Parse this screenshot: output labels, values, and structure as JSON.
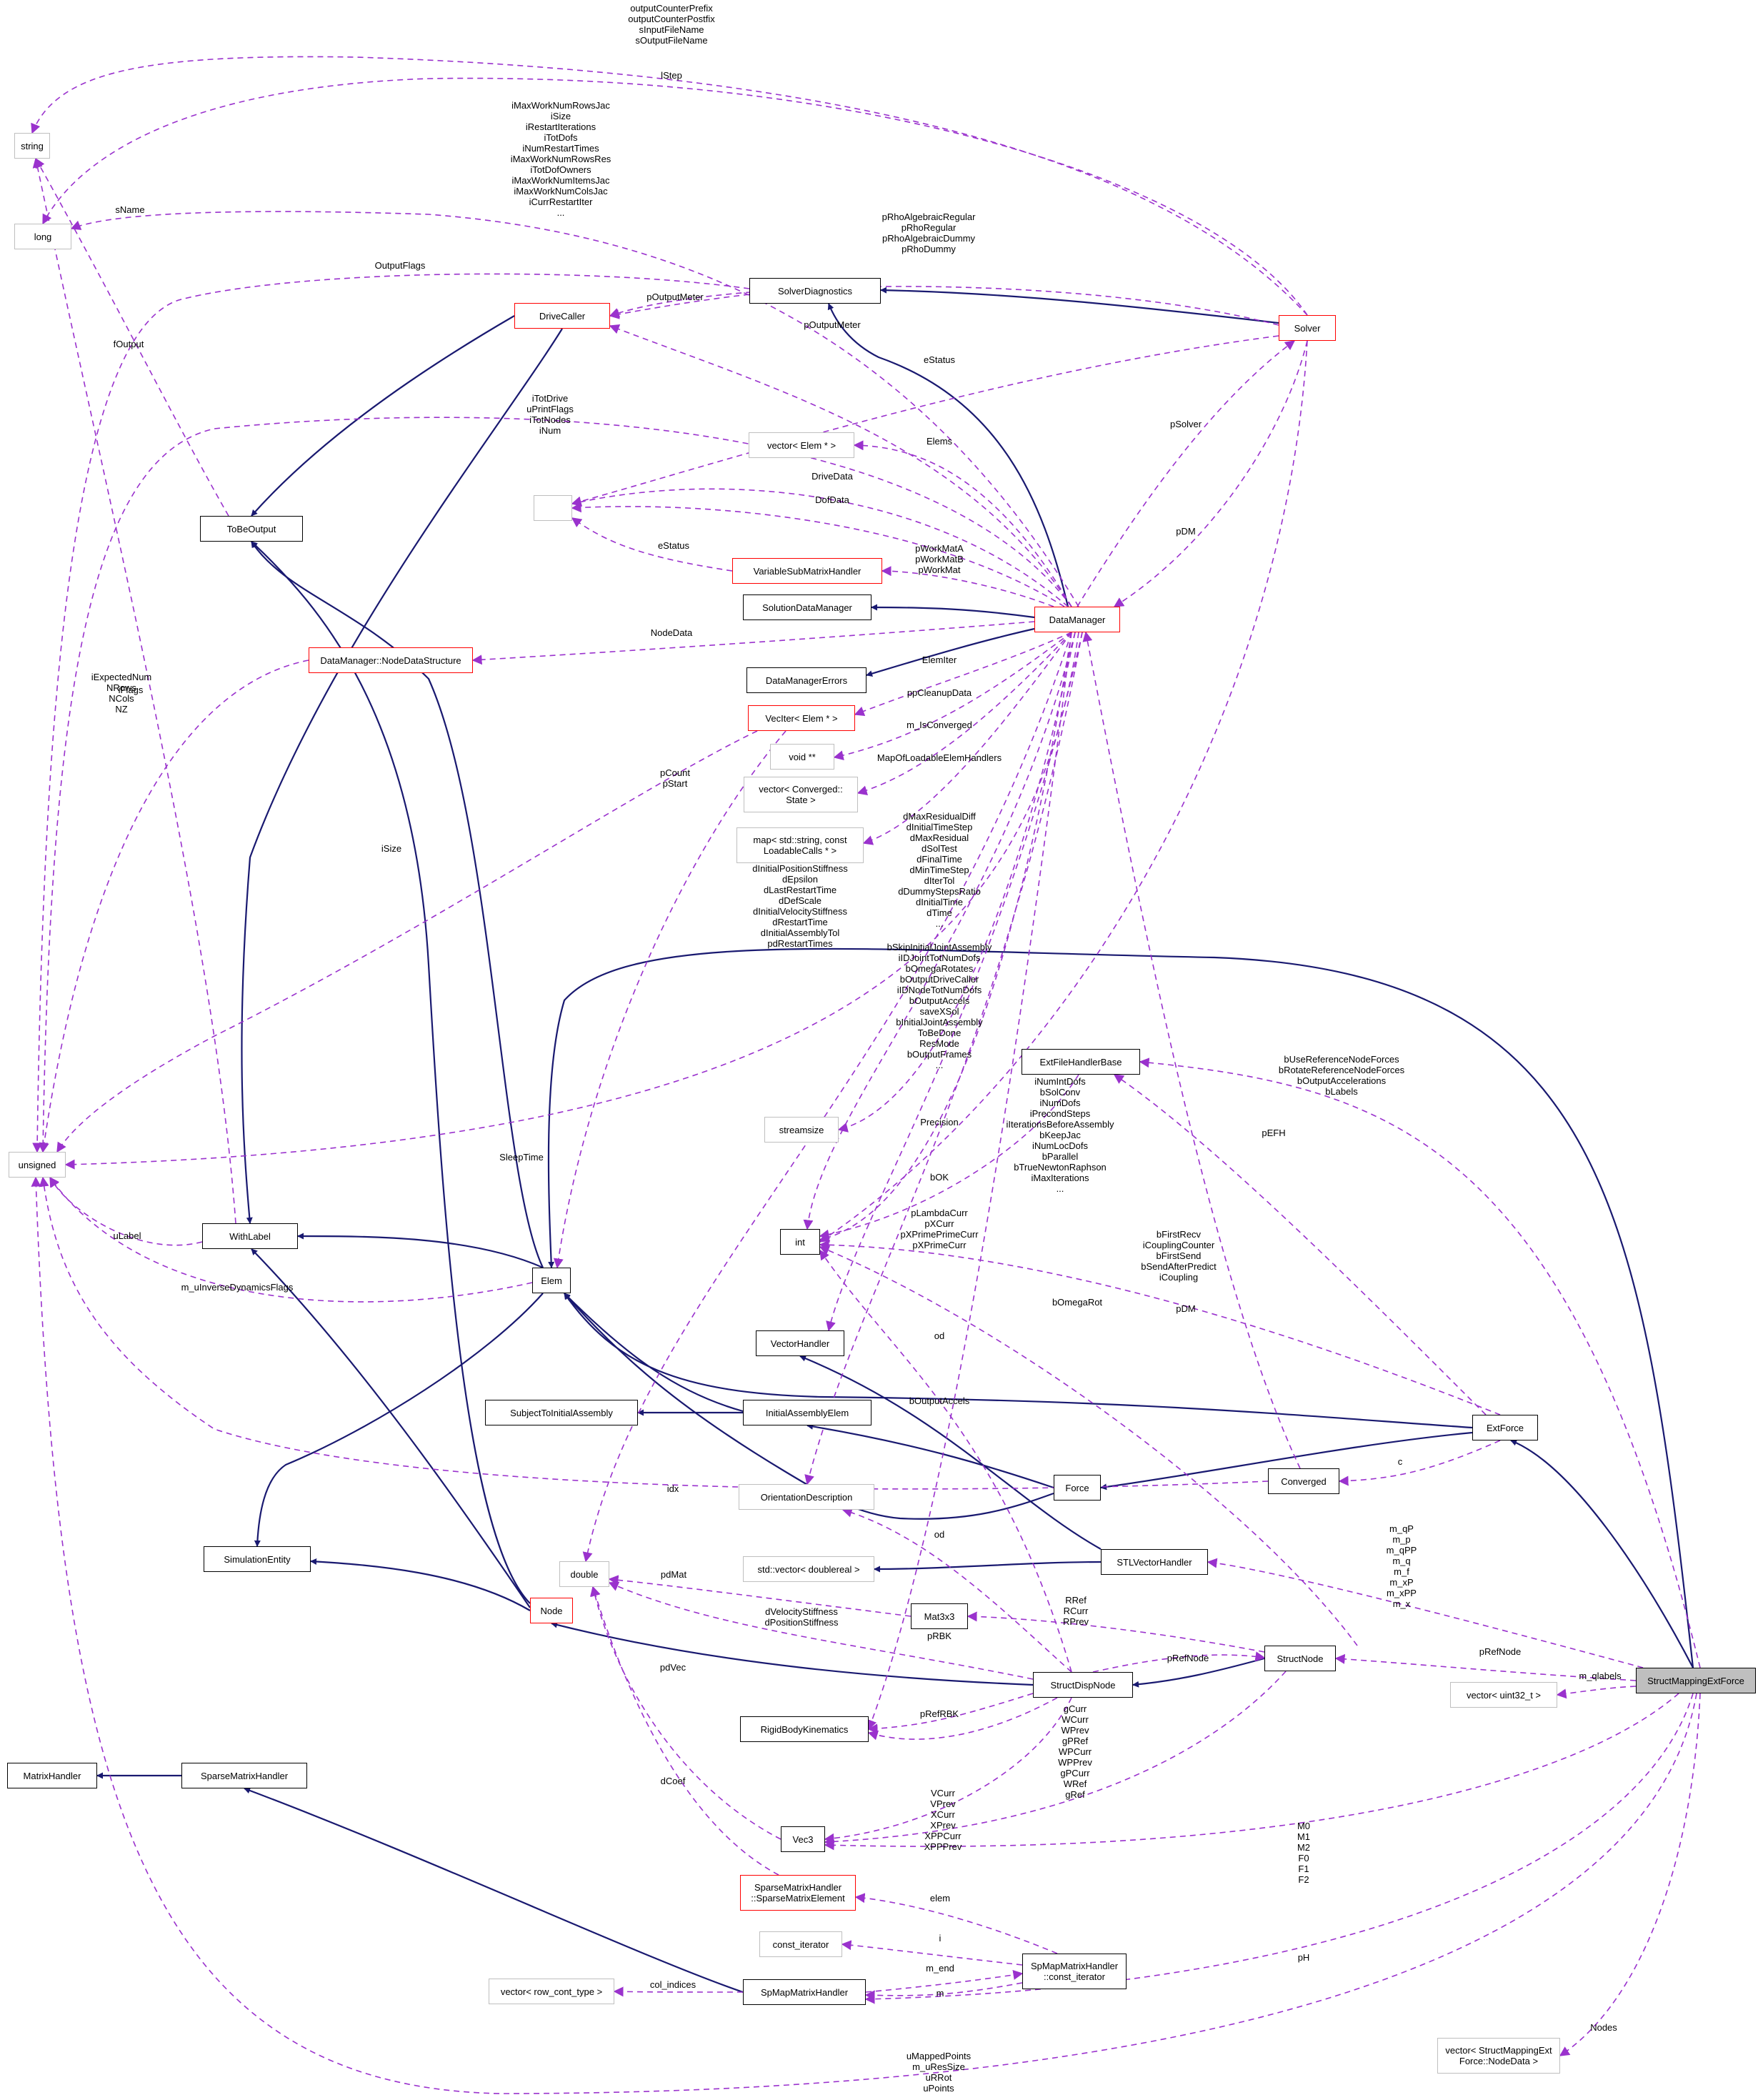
{
  "diagram": {
    "focus": "StructMappingExtForce",
    "nodes": {
      "string": "string",
      "long": "long",
      "unsigned": "unsigned",
      "int": "int",
      "double": "double",
      "empty": "",
      "ToBeOutput": "ToBeOutput",
      "WithLabel": "WithLabel",
      "DriveCaller": "DriveCaller",
      "SolverDiagnostics": "SolverDiagnostics",
      "Solver": "Solver",
      "vectorElem": "vector< Elem * >",
      "VariableSubMatrixHandler": "VariableSubMatrixHandler",
      "SolutionDataManager": "SolutionDataManager",
      "DataManager": "DataManager",
      "NodeDataStructure": "DataManager::NodeDataStructure",
      "DataManagerErrors": "DataManagerErrors",
      "VecIter": "VecIter< Elem * >",
      "voidptr": "void **",
      "vectorConverged": "vector< Converged::\nState >",
      "mapLoadable": "map< std::string, const\nLoadableCalls * >",
      "streamsize": "streamsize",
      "ExtFileHandlerBase": "ExtFileHandlerBase",
      "Elem": "Elem",
      "VectorHandler": "VectorHandler",
      "SubjectToInitialAssembly": "SubjectToInitialAssembly",
      "InitialAssemblyElem": "InitialAssemblyElem",
      "ExtForce": "ExtForce",
      "OrientationDescription": "OrientationDescription",
      "Force": "Force",
      "Converged": "Converged",
      "SimulationEntity": "SimulationEntity",
      "stdvector": "std::vector< doublereal >",
      "STLVectorHandler": "STLVectorHandler",
      "Node": "Node",
      "Mat3x3": "Mat3x3",
      "StructNode": "StructNode",
      "StructDispNode": "StructDispNode",
      "StructMappingExtForce": "StructMappingExtForce",
      "vectoruint32": "vector< uint32_t >",
      "RigidBodyKinematics": "RigidBodyKinematics",
      "MatrixHandler": "MatrixHandler",
      "SparseMatrixHandler": "SparseMatrixHandler",
      "Vec3": "Vec3",
      "SparseMatrixElement": "SparseMatrixHandler\n::SparseMatrixElement",
      "const_iterator": "const_iterator",
      "SpMapConstIter": "SpMapMatrixHandler\n::const_iterator",
      "vectorRowCont": "vector< row_cont_type >",
      "SpMapMatrixHandler": "SpMapMatrixHandler",
      "vectorNodeData": "vector< StructMappingExt\nForce::NodeData >"
    },
    "edge_labels": {
      "solver_string": "outputCounterPrefix\noutputCounterPostfix\nsInputFileName\nsOutputFileName",
      "solver_long": "lStep",
      "dm_long": "iMaxWorkNumRowsJac\niSize\niRestartIterations\niTotDofs\niNumRestartTimes\niMaxWorkNumRowsRes\niTotDofOwners\niMaxWorkNumItemsJac\niMaxWorkNumColsJac\niCurrRestartIter\n...",
      "solver_dc": "pRhoAlgebraicRegular\npRhoRegular\npRhoAlgebraicDummy\npRhoDummy",
      "outputflags": "OutputFlags",
      "poutputmeter": "pOutputMeter",
      "poutputmeter2": "pOutputMeter",
      "estatus": "eStatus",
      "dm_unsigned": "iTotDrive\nuPrintFlags\niTotNodes\niNum",
      "psolver": "pSolver",
      "elems": "Elems",
      "drivedata": "DriveData",
      "dofdata": "DofData",
      "estatus2": "eStatus",
      "pworkmat": "pWorkMatA\npWorkMatB\npWorkMat",
      "pdm": "pDM",
      "nodedata": "NodeData",
      "elemiter": "ElemIter",
      "ppcleanup": "ppCleanupData",
      "isconverged": "m_IsConverged",
      "mapofloadable": "MapOfLoadableElemHandlers",
      "pcountpstart": "pCount\npStart",
      "isize": "iSize",
      "expectednum": "iExpectedNum\nNRows\nNCols\nNZ",
      "iflags": "iFlags",
      "sname": "sName",
      "foutput": "fOutput",
      "ulabel": "uLabel",
      "minvdyn": "m_uInverseDynamicsFlags",
      "dm_double": "dMaxResidualDiff\ndInitialTimeStep\ndMaxResidual\ndSolTest\ndFinalTime\ndMinTimeStep\ndIterTol\ndDummyStepsRatio\ndInitialTime\ndTime\n...",
      "dm_double2": "dInitialPositionStiffness\ndEpsilon\ndLastRestartTime\ndDefScale\ndInitialVelocityStiffness\ndRestartTime\ndInitialAssemblyTol\npdRestartTimes",
      "dm_int": "bSkipInitialJointAssembly\niIDJointTotNumDofs\nbOmegaRotates\nbOutputDriveCaller\niIDNodeTotNumDofs\nbOutputAccels\nsaveXSol\nbInitialJointAssembly\nToBeDone\nResMode\nbOutputFrames\n...",
      "precision": "Precision",
      "sleeptime": "SleepTime",
      "solver_int": "iNumIntDofs\nbSolConv\niNumDofs\niPrecondSteps\niIterationsBeforeAssembly\nbKeepJac\niNumLocDofs\nbParallel\nbTrueNewtonRaphson\niMaxIterations\n...",
      "bok": "bOK",
      "pcurr": "pLambdaCurr\npXCurr\npXPrimePrimeCurr\npXPrimeCurr",
      "coupling": "bFirstRecv\niCouplingCounter\nbFirstSend\nbSendAfterPredict\niCoupling",
      "bomegarot": "bOmegaRot",
      "pdm2": "pDM",
      "od": "od",
      "boutputaccels": "bOutputAccels",
      "c": "c",
      "idx": "idx",
      "od2": "od",
      "bflags": "bUseReferenceNodeForces\nbRotateReferenceNodeForces\nbOutputAccelerations\nbLabels",
      "pefh": "pEFH",
      "mq": "m_qP\nm_p\nm_qPP\nm_q\nm_f\nm_xP\nm_xPP\nm_x",
      "pdmat": "pdMat",
      "rref": "RRef\nRCurr\nRPrev",
      "prbk": "pRBK",
      "dvel": "dVelocityStiffness\ndPositionStiffness",
      "prefnode": "pRefNode",
      "prefnode2": "pRefNode",
      "mqlabels": "m_qlabels",
      "pdvec": "pdVec",
      "prefrbk": "pRefRBK",
      "gcurr": "gCurr\nWCurr\nWPrev\ngPRef\nWPCurr\nWPPrev\ngPCurr\nWRef\ngRef",
      "vcurr": "VCurr\nVPrev\nXCurr\nXPrev\nXPPCurr\nXPPPrev",
      "dcoef": "dCoef",
      "mforces": "M0\nM1\nM2\nF0\nF1\nF2",
      "elem": "elem",
      "i": "i",
      "mend": "m_end",
      "m": "m",
      "colindices": "col_indices",
      "ph": "pH",
      "nodes": "Nodes",
      "umapped": "uMappedPoints\nm_uResSize\nuRRot\nuPoints"
    }
  }
}
